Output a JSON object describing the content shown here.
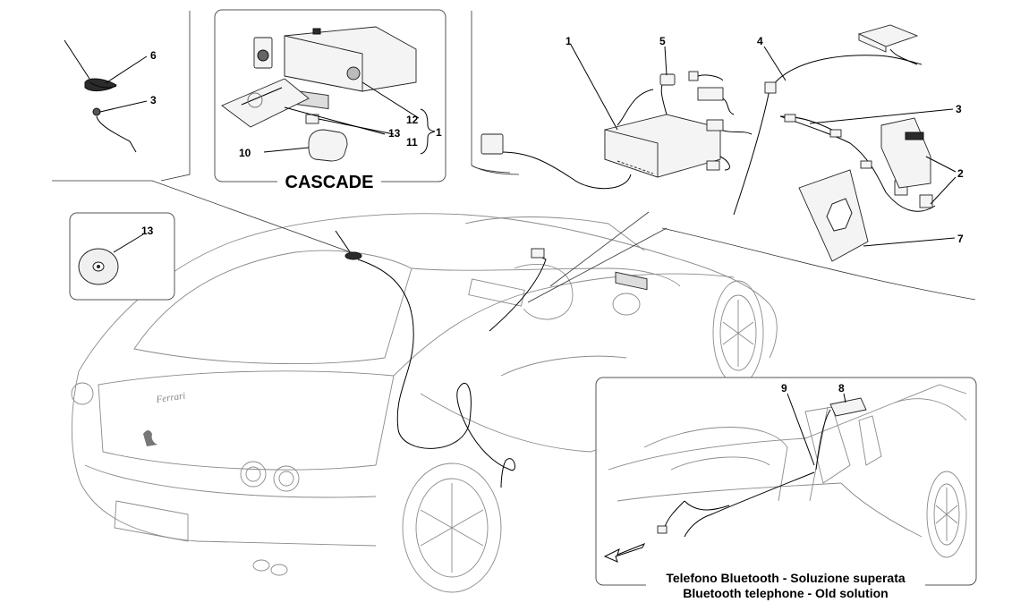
{
  "insets": {
    "cascade": {
      "title": "CASCADE",
      "callouts": {
        "c12": "12",
        "c13": "13",
        "c11": "11",
        "c10": "10",
        "c1": "1"
      }
    },
    "antenna": {
      "callouts": {
        "c6": "6",
        "c3": "3"
      }
    },
    "cd": {
      "callouts": {
        "c13": "13"
      }
    },
    "main_parts": {
      "callouts": {
        "c1": "1",
        "c5": "5",
        "c4": "4",
        "c3": "3",
        "c2": "2",
        "c7": "7"
      }
    },
    "bluetooth": {
      "callouts": {
        "c9": "9",
        "c8": "8"
      },
      "caption_it": "Telefono Bluetooth - Soluzione superata",
      "caption_en": "Bluetooth telephone - Old solution"
    }
  },
  "colors": {
    "line": "#000000",
    "car_outline": "#8a8a8a",
    "panel_border": "#555555"
  }
}
